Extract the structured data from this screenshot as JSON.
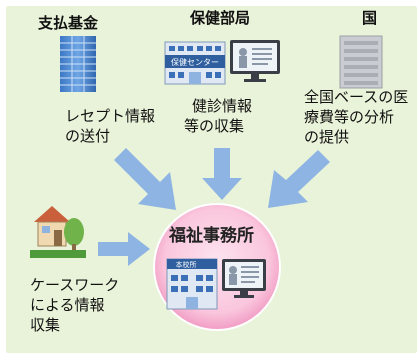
{
  "headers": {
    "left": "支払基金",
    "center": "保健部局",
    "right": "国"
  },
  "flows": {
    "left": [
      "レセプト情報",
      "の送付"
    ],
    "center": [
      "健診情報",
      "等の収集"
    ],
    "right": [
      "全国ベースの医",
      "療費等の分析",
      "の提供"
    ],
    "bottom": [
      "ケースワーク",
      "による情報",
      "収集"
    ]
  },
  "center_node": {
    "title": "福祉事務所",
    "building_sign": "本校所"
  },
  "health_center_sign": "保健センター",
  "colors": {
    "background": "#e9f3d9",
    "arrow": "#8eb4e3",
    "circle_outer": "#f5b6d3",
    "circle_inner": "#fde3ef"
  }
}
